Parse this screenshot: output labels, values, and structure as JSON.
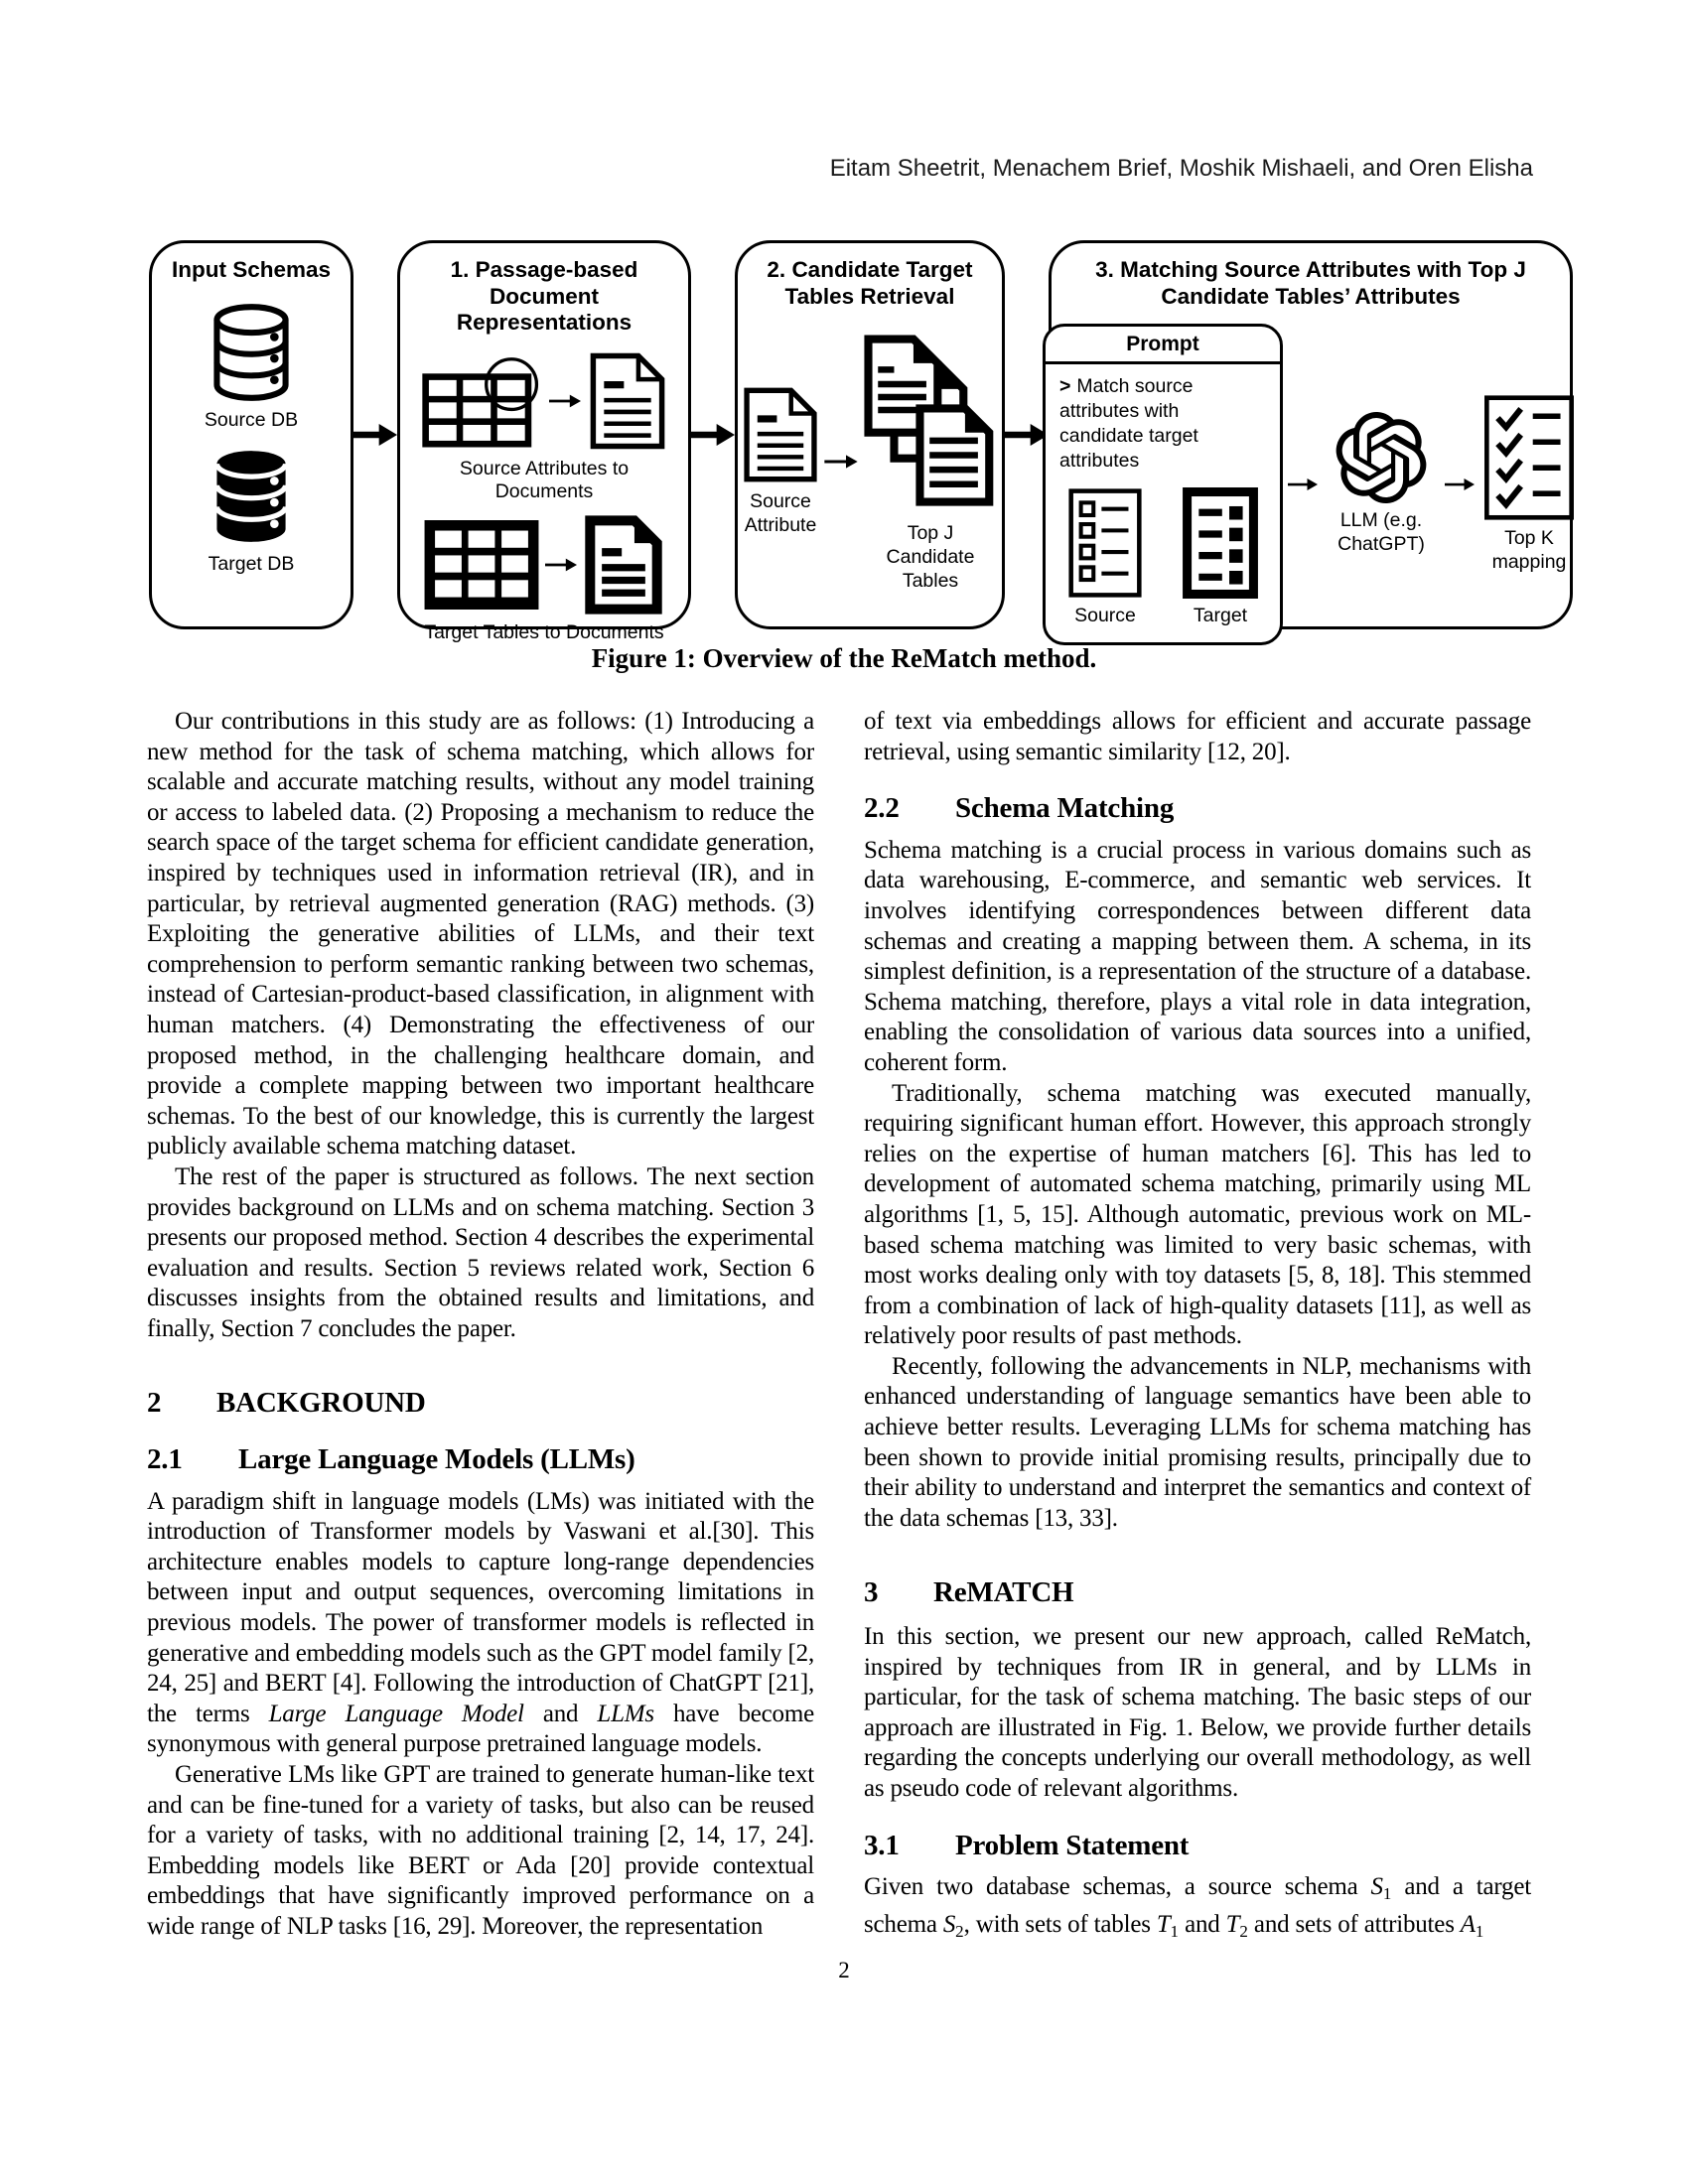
{
  "page": {
    "authors": "Eitam Sheetrit, Menachem Brief, Moshik Mishaeli, and Oren Elisha",
    "page_number": "2"
  },
  "figure": {
    "caption": "Figure 1: Overview of the ReMatch method.",
    "boxes": {
      "input": {
        "title": "Input Schemas",
        "source_db_label": "Source DB",
        "target_db_label": "Target DB"
      },
      "step1": {
        "title": "1. Passage-based Document Representations",
        "row1_label": "Source Attributes to Documents",
        "row2_label": "Target Tables to Documents"
      },
      "step2": {
        "title": "2. Candidate Target Tables Retrieval",
        "source_label": "Source Attribute",
        "topj_label": "Top J Candidate Tables"
      },
      "step3": {
        "title": "3. Matching Source Attributes with Top J Candidate Tables’ Attributes",
        "prompt_title": "Prompt",
        "prompt_marker": ">",
        "prompt_text": "Match source attributes with candidate target attributes",
        "source_label": "Source",
        "target_label": "Target",
        "llm_label": "LLM (e.g. ChatGPT)",
        "topk_label": "Top K mapping"
      }
    }
  },
  "columns": {
    "left": [
      {
        "type": "p",
        "indent": true,
        "segments": [
          {
            "t": "Our contributions in this study are as follows: (1) Introducing a new method for the task of schema matching, which allows for scalable and accurate matching results, without any model training or access to labeled data. (2) Proposing a mechanism to reduce the search space of the target schema for efficient candidate generation, inspired by techniques used in information retrieval (IR), and in particular, by retrieval augmented generation (RAG) methods. (3) Exploiting the generative abilities of LLMs, and their text comprehension to perform semantic ranking between two schemas, instead of Cartesian-product-based classification, in alignment with human matchers. (4) Demonstrating the effectiveness of our proposed method, in the challenging healthcare domain, and provide a complete mapping between two important healthcare schemas. To the best of our knowledge, this is currently the largest publicly available schema matching dataset."
          }
        ]
      },
      {
        "type": "p",
        "indent": true,
        "segments": [
          {
            "t": "The rest of the paper is structured as follows. The next section provides background on LLMs and on schema matching. Section 3 presents our proposed method. Section 4 describes the experimental evaluation and results. Section 5 reviews related work, Section 6 discusses insights from the obtained results and limitations, and finally, Section 7 concludes the paper."
          }
        ]
      },
      {
        "type": "h1",
        "num": "2",
        "title": "BACKGROUND"
      },
      {
        "type": "h2",
        "num": "2.1",
        "title": "Large Language Models (LLMs)"
      },
      {
        "type": "p",
        "indent": false,
        "segments": [
          {
            "t": "A paradigm shift in language models (LMs) was initiated with the introduction of Transformer models by Vaswani et al.[30]. This architecture enables models to capture long-range dependencies between input and output sequences, overcoming limitations in previous models. The power of transformer models is reflected in generative and embedding models such as the GPT model family [2, 24, 25] and BERT [4]. Following the introduction of ChatGPT [21], the terms "
          },
          {
            "t": "Large Language Model",
            "s": "i"
          },
          {
            "t": " and "
          },
          {
            "t": "LLMs",
            "s": "i"
          },
          {
            "t": " have become synonymous with general purpose pretrained language models."
          }
        ]
      },
      {
        "type": "p",
        "indent": true,
        "segments": [
          {
            "t": "Generative LMs like GPT are trained to generate human-like text and can be fine-tuned for a variety of tasks, but also can be reused for a variety of tasks, with no additional training [2, 14, 17, 24]. Embedding models like BERT or Ada [20] provide contextual embeddings that have significantly improved performance on a wide range of NLP tasks [16, 29]. Moreover, the representation"
          }
        ]
      }
    ],
    "right": [
      {
        "type": "p",
        "indent": false,
        "segments": [
          {
            "t": "of text via embeddings allows for efficient and accurate passage retrieval, using semantic similarity [12, 20]."
          }
        ]
      },
      {
        "type": "h2",
        "num": "2.2",
        "title": "Schema Matching"
      },
      {
        "type": "p",
        "indent": false,
        "segments": [
          {
            "t": "Schema matching is a crucial process in various domains such as data warehousing, E-commerce, and semantic web services. It involves identifying correspondences between different data schemas and creating a mapping between them. A schema, in its simplest definition, is a representation of the structure of a database. Schema matching, therefore, plays a vital role in data integration, enabling the consolidation of various data sources into a unified, coherent form."
          }
        ]
      },
      {
        "type": "p",
        "indent": true,
        "segments": [
          {
            "t": "Traditionally, schema matching was executed manually, requiring significant human effort. However, this approach strongly relies on the expertise of human matchers [6]. This has led to development of automated schema matching, primarily using ML algorithms [1, 5, 15]. Although automatic, previous work on ML-based schema matching was limited to very basic schemas, with most works dealing only with toy datasets [5, 8, 18]. This stemmed from a combination of lack of high-quality datasets [11], as well as relatively poor results of past methods."
          }
        ]
      },
      {
        "type": "p",
        "indent": true,
        "segments": [
          {
            "t": "Recently, following the advancements in NLP, mechanisms with enhanced understanding of language semantics have been able to achieve better results. Leveraging LLMs for schema matching has been shown to provide initial promising results, principally due to their ability to understand and interpret the semantics and context of the data schemas [13, 33]."
          }
        ]
      },
      {
        "type": "h1",
        "num": "3",
        "title": "ReMATCH"
      },
      {
        "type": "p",
        "indent": false,
        "segments": [
          {
            "t": "In this section, we present our new approach, called ReMatch, inspired by techniques from IR in general, and by LLMs in particular, for the task of schema matching. The basic steps of our approach are illustrated in Fig. 1. Below, we provide further details regarding the concepts underlying our overall methodology, as well as pseudo code of relevant algorithms."
          }
        ]
      },
      {
        "type": "h2",
        "num": "3.1",
        "title": "Problem Statement"
      },
      {
        "type": "p",
        "indent": false,
        "segments": [
          {
            "t": "Given two database schemas, a source schema "
          },
          {
            "t": "S",
            "s": "scr"
          },
          {
            "t": "1",
            "s": "sub"
          },
          {
            "t": " and a target schema "
          },
          {
            "t": "S",
            "s": "scr"
          },
          {
            "t": "2",
            "s": "sub"
          },
          {
            "t": ", with sets of tables "
          },
          {
            "t": "T",
            "s": "scr"
          },
          {
            "t": "1",
            "s": "sub"
          },
          {
            "t": " and "
          },
          {
            "t": "T",
            "s": "scr"
          },
          {
            "t": "2",
            "s": "sub"
          },
          {
            "t": " and sets of attributes "
          },
          {
            "t": "A",
            "s": "scr"
          },
          {
            "t": "1",
            "s": "sub"
          }
        ]
      }
    ]
  }
}
